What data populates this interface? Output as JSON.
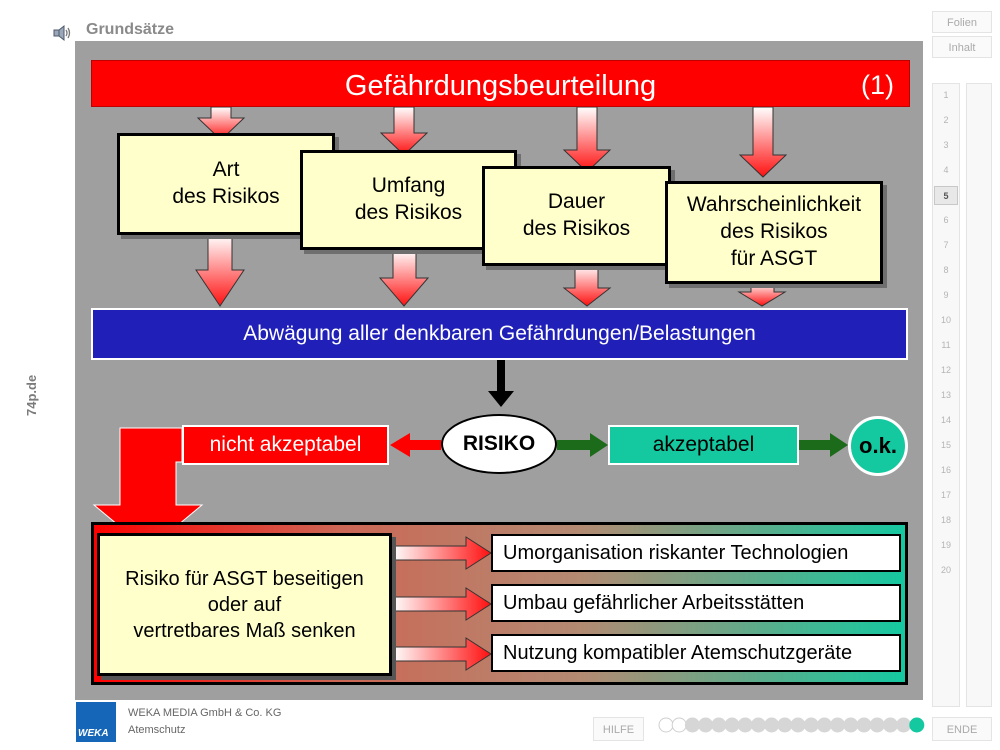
{
  "header": {
    "title": "Grundsätze",
    "speaker_icon": "speaker-icon"
  },
  "side_text": "74p.de",
  "nav": {
    "folien_label": "Folien",
    "inhalt_label": "Inhalt",
    "slides": [
      "1",
      "2",
      "3",
      "4",
      "5",
      "6",
      "7",
      "8",
      "9",
      "10",
      "11",
      "12",
      "13",
      "14",
      "15",
      "16",
      "17",
      "18",
      "19",
      "20"
    ],
    "active_slide": "5"
  },
  "slide": {
    "title": "Gefährdungsbeurteilung",
    "title_number": "(1)",
    "factors": [
      "Art\ndes Risikos",
      "Umfang\ndes Risikos",
      "Dauer\ndes Risikos",
      "Wahrscheinlichkeit\ndes Risikos\nfür ASGT"
    ],
    "balance_bar": "Abwägung aller denkbaren Gefährdungen/Belastungen",
    "risk_label": "RISIKO",
    "not_acceptable": "nicht akzeptabel",
    "acceptable": "akzeptabel",
    "ok": "o.k.",
    "main_measure": "Risiko für ASGT beseitigen\noder auf\nvertretbares Maß senken",
    "measures": [
      "Umorganisation riskanter Technologien",
      "Umbau gefährlicher Arbeitsstätten",
      "Nutzung kompatibler Atemschutzgeräte"
    ],
    "colors": {
      "red": "#ff0000",
      "blue": "#2020b8",
      "teal": "#14c8a0",
      "yellow": "#ffffcc",
      "green_arrow": "#1b6b1b"
    }
  },
  "footer": {
    "logo_text": "WEKA",
    "company": "WEKA MEDIA GmbH & Co. KG",
    "product": "Atemschutz",
    "help_label": "HILFE",
    "end_label": "ENDE",
    "progress": {
      "total_dots": 20,
      "completed": 18,
      "current": 20
    }
  }
}
